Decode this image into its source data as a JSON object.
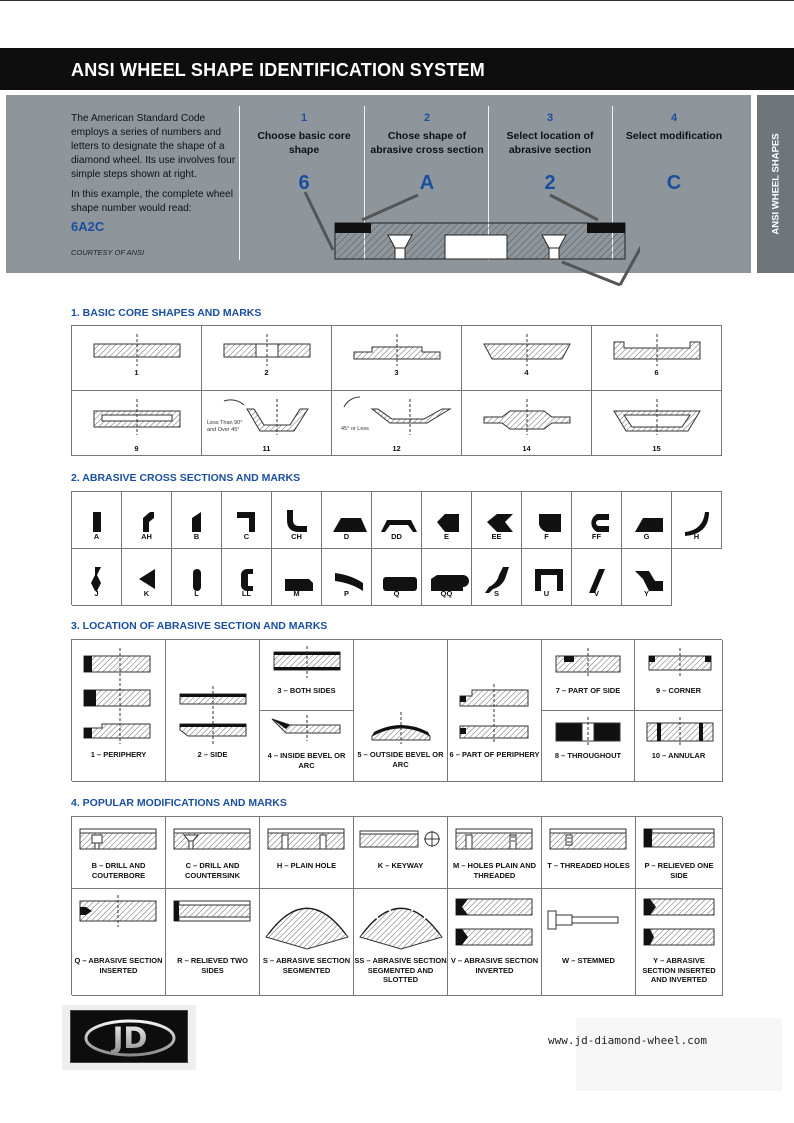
{
  "header": {
    "title": "ANSI WHEEL SHAPE IDENTIFICATION SYSTEM",
    "side_tab": "ANSI WHEEL SHAPES"
  },
  "intro": {
    "p1": "The American Standard Code employs a series of numbers and letters to designate the shape of a diamond wheel. Its use involves four simple steps shown at right.",
    "p2": "In this example, the complete wheel shape number would read:",
    "example": "6A2C",
    "courtesy": "COURTESY OF ANSI"
  },
  "steps": [
    {
      "num": "1",
      "text": "Choose basic core shape",
      "code": "6"
    },
    {
      "num": "2",
      "text": "Chose shape of abrasive cross section",
      "code": "A"
    },
    {
      "num": "3",
      "text": "Select location of abrasive section",
      "code": "2"
    },
    {
      "num": "4",
      "text": "Select modification",
      "code": "C"
    }
  ],
  "sections": {
    "s1": "1. BASIC CORE SHAPES AND MARKS",
    "s2": "2. ABRASIVE CROSS SECTIONS AND MARKS",
    "s3": "3. LOCATION OF ABRASIVE SECTION AND MARKS",
    "s4": "4. POPULAR MODIFICATIONS AND MARKS"
  },
  "core_shapes": [
    "1",
    "2",
    "3",
    "4",
    "6",
    "9",
    "11",
    "12",
    "14",
    "15"
  ],
  "core_notes": {
    "n11": "Less Than 90° and Over 45°",
    "n12": "45° or Less"
  },
  "cross_sections_row1": [
    "A",
    "AH",
    "B",
    "C",
    "CH",
    "D",
    "DD",
    "E",
    "EE",
    "F",
    "FF",
    "G",
    "H"
  ],
  "cross_sections_row2": [
    "J",
    "K",
    "L",
    "LL",
    "M",
    "P",
    "Q",
    "QQ",
    "S",
    "U",
    "V",
    "Y"
  ],
  "locations": {
    "l1": "1 – PERIPHERY",
    "l2": "2 – SIDE",
    "l3": "3 – BOTH SIDES",
    "l4": "4 – INSIDE BEVEL OR ARC",
    "l5": "5 – OUTSIDE BEVEL OR ARC",
    "l6": "6 – PART OF PERIPHERY",
    "l7": "7 – PART OF SIDE",
    "l8": "8 – THROUGHOUT",
    "l9": "9 – CORNER",
    "l10": "10 – ANNULAR"
  },
  "modifications": [
    "B – DRILL AND COUTERBORE",
    "C – DRILL AND COUNTERSINK",
    "H – PLAIN HOLE",
    "K – KEYWAY",
    "M – HOLES PLAIN AND THREADED",
    "T – THREADED HOLES",
    "P – RELIEVED ONE SIDE",
    "Q – ABRASIVE SECTION INSERTED",
    "R – RELIEVED TWO SIDES",
    "S – ABRASIVE SECTION SEGMENTED",
    "SS – ABRASIVE SECTION SEGMENTED AND SLOTTED",
    "V – ABRASIVE SECTION INVERTED",
    "W – STEMMED",
    "Y – ABRASIVE SECTION INSERTED AND INVERTED"
  ],
  "footer": {
    "logo": "JD",
    "website": "www.jd-diamond-wheel.com"
  }
}
